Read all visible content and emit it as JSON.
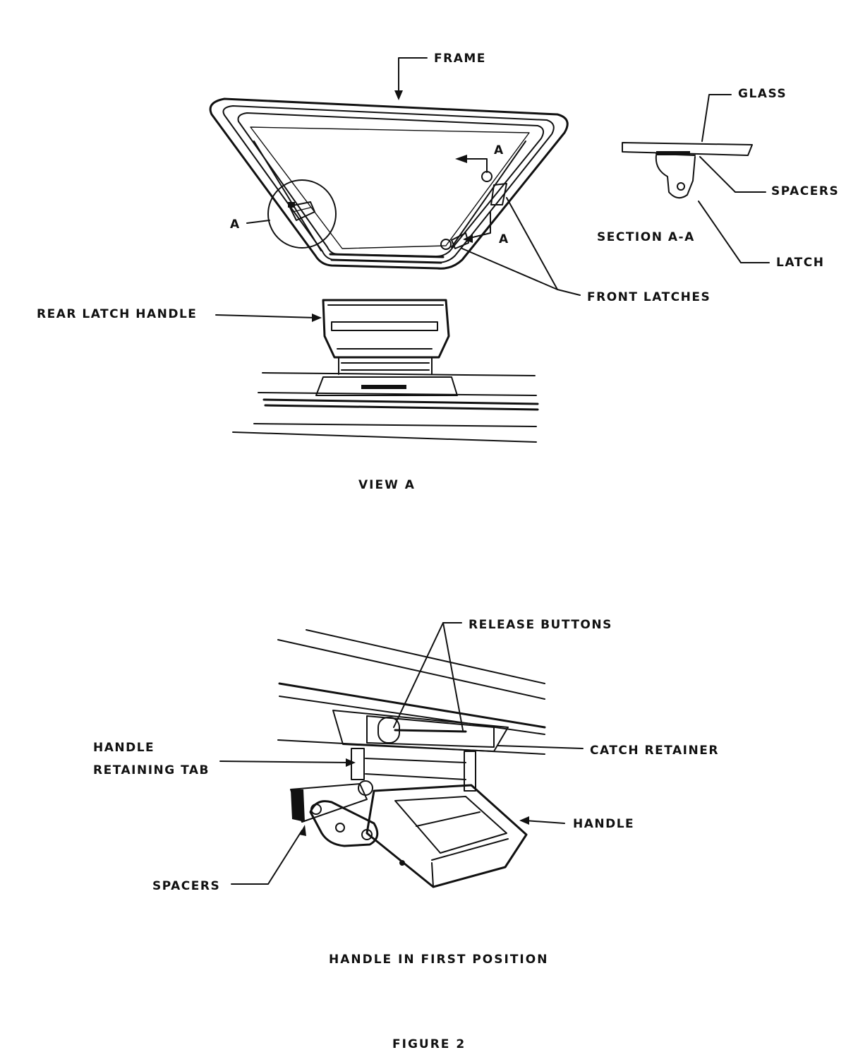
{
  "top_view": {
    "labels": {
      "frame": "FRAME",
      "callout_a": "A",
      "section_arrow_a_upper": "A",
      "section_arrow_a_lower": "A",
      "front_latches": "FRONT LATCHES",
      "rear_latch_handle": "REAR LATCH HANDLE",
      "glass": "GLASS",
      "spacers": "SPACERS",
      "section_title": "SECTION A-A",
      "latch": "LATCH"
    },
    "caption": "VIEW A"
  },
  "bottom_view": {
    "labels": {
      "release_buttons": "RELEASE BUTTONS",
      "handle_retaining_tab_line1": "HANDLE",
      "handle_retaining_tab_line2": "RETAINING TAB",
      "catch_retainer": "CATCH RETAINER",
      "handle": "HANDLE",
      "spacers": "SPACERS"
    },
    "caption": "HANDLE IN FIRST POSITION"
  },
  "figure_title": "FIGURE 2"
}
